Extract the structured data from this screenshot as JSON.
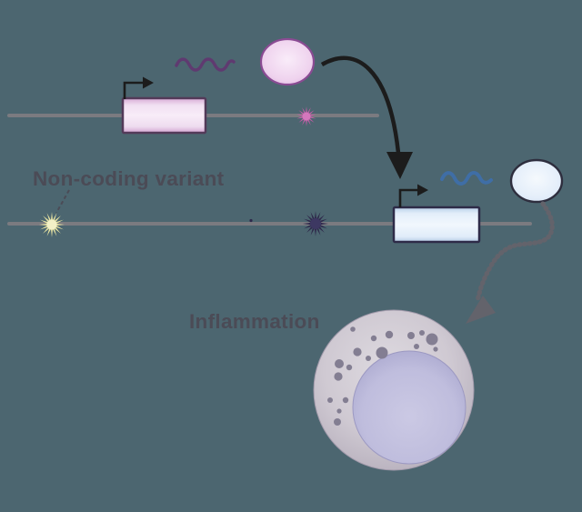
{
  "labels": {
    "non_coding_variant": "Non-coding variant",
    "inflammation": "Inflammation"
  },
  "colors": {
    "background": "#4c6670",
    "dna_line": "#7b7b80",
    "gene_coding_border": "#533a59",
    "gene_coding_fill": "#eed3ed",
    "mrna_coding": "#5f3a70",
    "protein_coding_fill": "#efd3ee",
    "protein_coding_border": "#8a4b93",
    "variant_coding": "#c05da6",
    "variant_noncoding": "#e9e5a2",
    "variant_dark": "#2e294b",
    "gene_target_border": "#2e2b48",
    "gene_target_fill": "#e4eefa",
    "mrna_target": "#3f6ea6",
    "protein_target_fill": "#e4eefa",
    "protein_target_border": "#2e2e3e",
    "arrow": "#1c1c1c",
    "signal_arrow": "#63636b",
    "text": "#4b4b56",
    "cell_body": "#c6c0ca",
    "cell_nucleus": "#b5b3d6",
    "granule": "#837e92"
  },
  "cell": {
    "granules": [
      [
        388,
        362,
        2.8
      ],
      [
        411,
        372,
        3.2
      ],
      [
        428,
        368,
        4.2
      ],
      [
        452,
        369,
        4.0
      ],
      [
        464,
        366,
        3.0
      ],
      [
        475,
        373,
        6.5
      ],
      [
        458,
        381,
        3.0
      ],
      [
        479,
        384,
        2.6
      ],
      [
        420,
        388,
        6.5
      ],
      [
        393,
        387,
        4.6
      ],
      [
        405,
        394,
        3.0
      ],
      [
        373,
        400,
        5.0
      ],
      [
        384,
        404,
        3.2
      ],
      [
        372,
        414,
        4.6
      ],
      [
        363,
        440,
        3.0
      ],
      [
        380,
        440,
        3.2
      ],
      [
        373,
        452,
        2.6
      ],
      [
        371,
        464,
        4.0
      ]
    ]
  }
}
